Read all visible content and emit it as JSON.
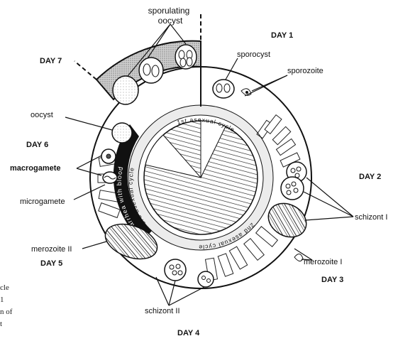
{
  "labels": {
    "sporulating_oocyst_line1": "sporulating",
    "sporulating_oocyst_line2": "oocyst",
    "day1": "DAY 1",
    "day2": "DAY 2",
    "day3": "DAY 3",
    "day4": "DAY 4",
    "day5": "DAY 5",
    "day6": "DAY 6",
    "day7": "DAY 7",
    "sporocyst": "sporocyst",
    "sporozoite": "sporozoite",
    "schizont_1": "schizont I",
    "merozoite_1": "merozoite I",
    "schizont_2": "schizont II",
    "merozoite_2": "merozoite II",
    "microgamete": "microgamete",
    "macrogamete": "macrogamete",
    "oocyst": "oocyst"
  },
  "ring_text": {
    "first_asexual": "1st asexual cycle",
    "second_asexual": "2nd asexual cycle",
    "third_asexual": "3rd asexual cycle",
    "diarrhea": "diarrhea with blood"
  },
  "edge_fragments": [
    "cle",
    "1",
    "n of",
    "t"
  ]
}
